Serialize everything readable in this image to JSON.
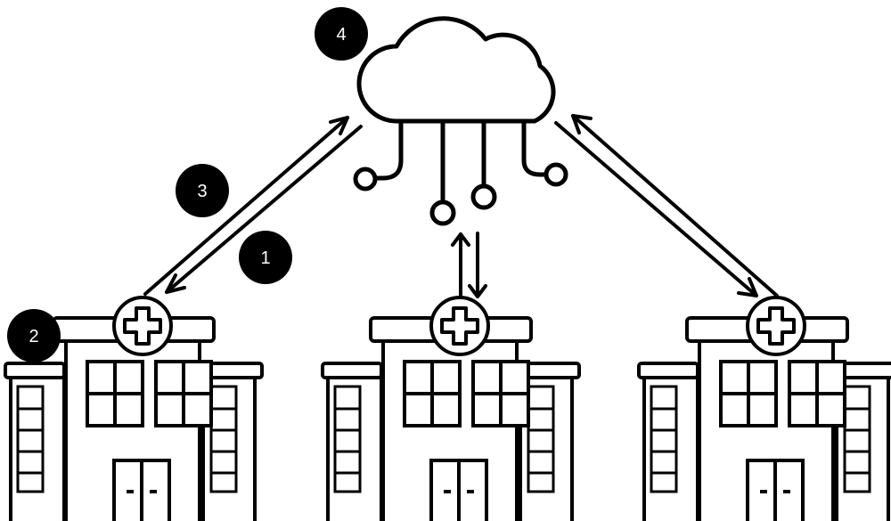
{
  "diagram": {
    "steps": [
      {
        "label": "1"
      },
      {
        "label": "2"
      },
      {
        "label": "3"
      },
      {
        "label": "4"
      }
    ],
    "nodes": [
      {
        "icon": "cloud-network-icon"
      },
      {
        "icon": "hospital-building-icon"
      },
      {
        "icon": "hospital-building-icon"
      },
      {
        "icon": "hospital-building-icon"
      }
    ],
    "colors": {
      "stroke": "#000000",
      "fill": "#ffffff",
      "badge": "#000000",
      "badge_text": "#ffffff"
    }
  }
}
